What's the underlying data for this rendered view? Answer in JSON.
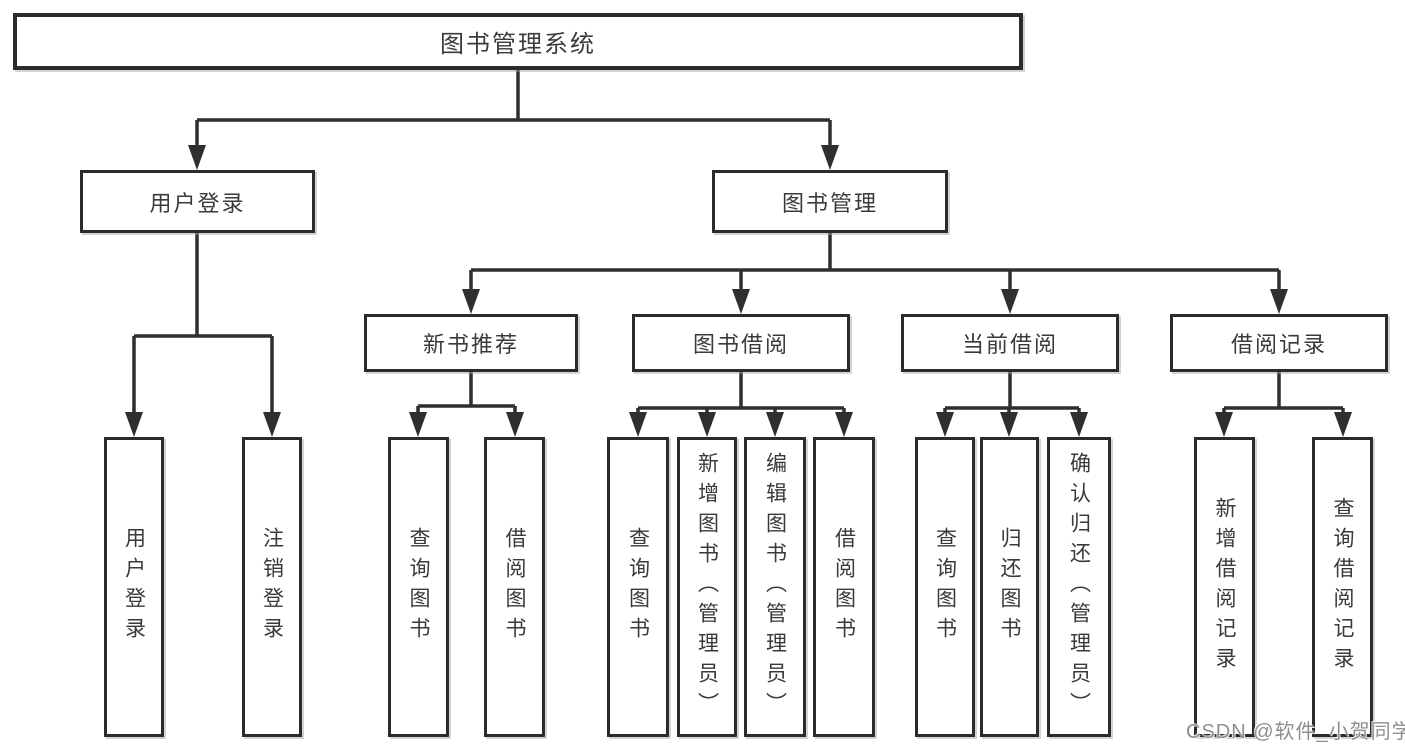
{
  "nodes": {
    "root": "图书管理系统",
    "l2": [
      "用户登录",
      "图书管理"
    ],
    "l3": [
      "新书推荐",
      "图书借阅",
      "当前借阅",
      "借阅记录"
    ],
    "leaves": {
      "user_login": [
        "用户登录",
        "注销登录"
      ],
      "new_book": [
        "查询图书",
        "借阅图书"
      ],
      "book_borrow": [
        "查询图书",
        "新增图书（管理员）",
        "编辑图书（管理员）",
        "借阅图书"
      ],
      "current_borrow": [
        "查询图书",
        "归还图书",
        "确认归还（管理员）"
      ],
      "borrow_records": [
        "新增借阅记录",
        "查询借阅记录"
      ]
    }
  },
  "watermark": {
    "text": "CSDN @软件_小贺同学"
  },
  "colors": {
    "line": "#2f2f2f",
    "box_border": "#2b2b2b",
    "text": "#3a3a3a",
    "watermark": "#8f8f8f",
    "background": "#ffffff"
  }
}
